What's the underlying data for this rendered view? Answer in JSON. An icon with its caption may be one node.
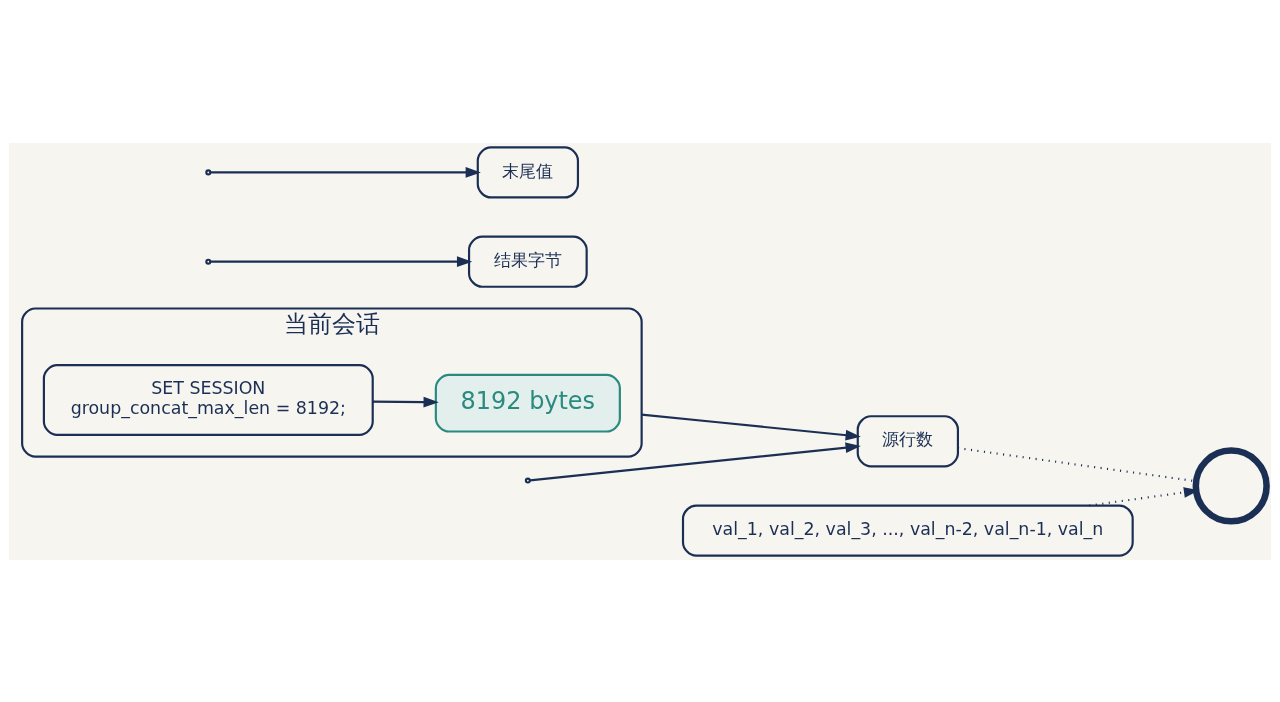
{
  "diagram": {
    "nodes": [
      {
        "text": [
          "当前会话"
        ]
      },
      {
        "text": [
          "SET SESSION",
          "group_concat_max_len = 8192;"
        ],
        "in": 0
      },
      {
        "text": [
          "8192 bytes"
        ],
        "in": 0
      },
      {
        "text": [
          "源行数"
        ]
      },
      {
        "text": [
          "结果字节"
        ]
      },
      {
        "text": [
          "末尾值"
        ]
      },
      {
        "text": [
          "val_1, val_2, val_3, ..., val_n-2, val_n-1, val_n"
        ]
      },
      {
        "text": [],
        "shape": "magnifier"
      }
    ],
    "edges": [
      {
        "from": 1,
        "to": 2,
        "arrow": "to"
      },
      {
        "from": 0,
        "to": 3,
        "arrow": "to"
      },
      {
        "from": null,
        "to": 3,
        "arrow": "to"
      },
      {
        "from": null,
        "to": 4,
        "arrow": "to"
      },
      {
        "from": null,
        "to": 5,
        "arrow": "to"
      },
      {
        "from": 3,
        "to": 7,
        "arrow": "none",
        "style": "dashed"
      },
      {
        "from": 6,
        "to": 7,
        "arrow": "to",
        "style": "dashed"
      }
    ]
  }
}
